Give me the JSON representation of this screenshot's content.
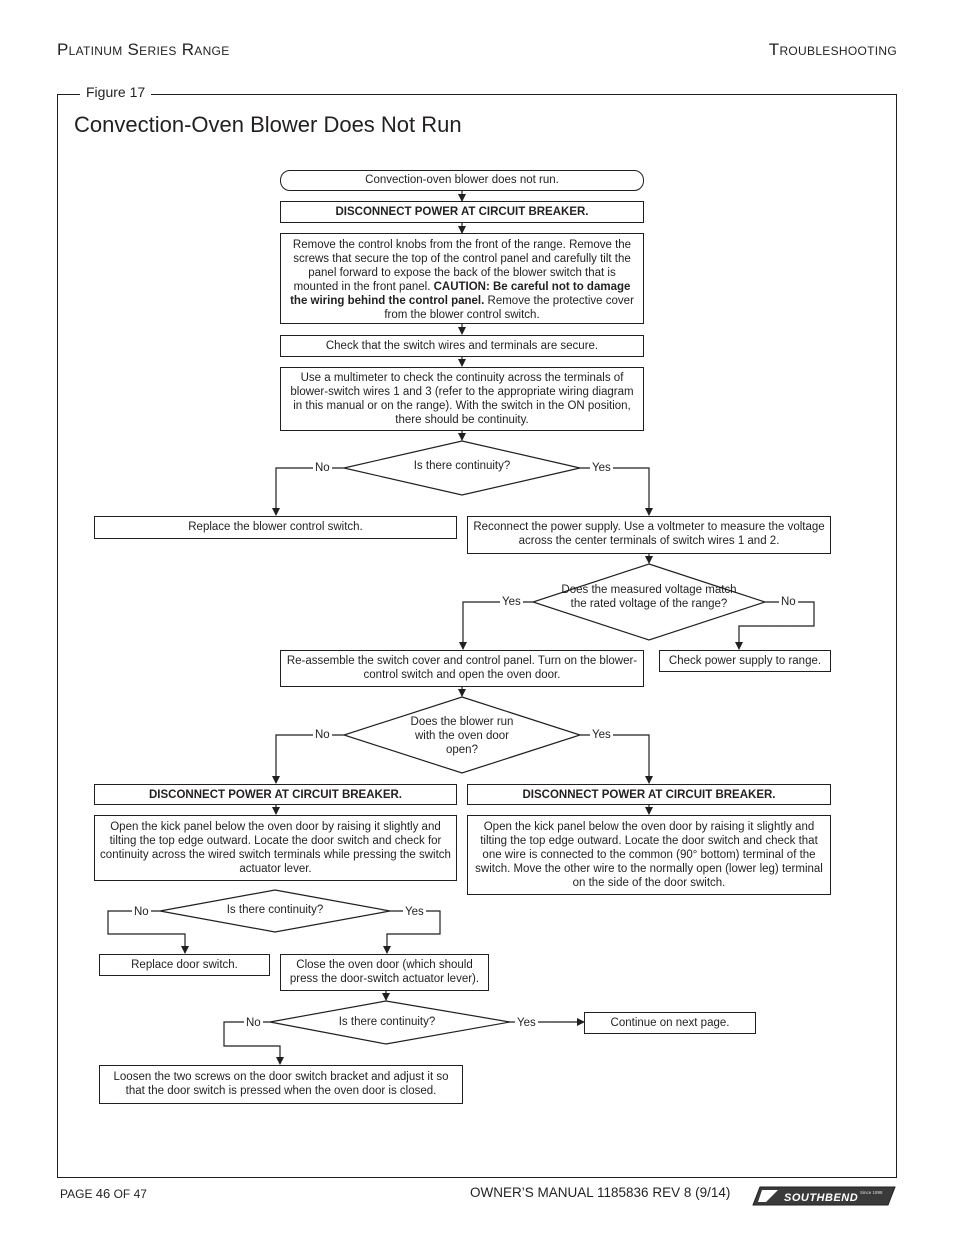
{
  "header": {
    "left_title": "Platinum Series Range",
    "right_title": "Troubleshooting"
  },
  "figure": {
    "label": "Figure 17",
    "title": "Convection-Oven Blower Does Not Run"
  },
  "flow": {
    "start": "Convection-oven blower does not run.",
    "disconnect_1": "DISCONNECT POWER AT CIRCUIT BREAKER.",
    "remove_knobs_a": "Remove the control knobs from the front of the range. Remove the screws that secure the top of the control panel and carefully tilt the panel forward to expose the back of the blower switch that is mounted in the front panel. ",
    "remove_knobs_caution": "CAUTION: Be careful not to damage the wiring behind the control panel.",
    "remove_knobs_b": " Remove the protective cover from the blower control switch.",
    "check_wires": "Check that the switch wires and terminals are secure.",
    "multimeter": "Use a multimeter to check the continuity across the terminals of blower-switch wires 1 and 3 (refer to the appropriate wiring diagram in this manual or on the range). With the switch in the ON position, there should be continuity.",
    "decision_continuity_1": "Is there continuity?",
    "d1_no": "No",
    "d1_yes": "Yes",
    "replace_blower_switch": "Replace the blower control switch.",
    "reconnect_power": "Reconnect the power supply. Use a voltmeter to measure the voltage across the center terminals of switch wires 1 and 2.",
    "decision_voltage": "Does the measured voltage match the rated voltage of the range?",
    "d2_yes": "Yes",
    "d2_no": "No",
    "check_power_supply": "Check power supply to range.",
    "reassemble": "Re-assemble the switch cover and control panel. Turn on the blower-control switch and open the oven door.",
    "decision_blower_runs": "Does the blower run with the oven door open?",
    "d3_no": "No",
    "d3_yes": "Yes",
    "disconnect_left": "DISCONNECT POWER AT CIRCUIT BREAKER.",
    "disconnect_right": "DISCONNECT POWER AT CIRCUIT BREAKER.",
    "kick_panel_left": "Open the kick panel below the oven door by raising it slightly and tilting the top edge outward. Locate the door switch and check for continuity across the wired switch terminals while pressing the switch actuator lever.",
    "kick_panel_right": "Open the kick panel below the oven door by raising it slightly and tilting the top edge outward. Locate the door switch and check that one wire is connected to the common (90° bottom) terminal of the switch. Move the other wire to the normally open (lower leg) terminal on the side of the door switch.",
    "decision_continuity_2": "Is there continuity?",
    "d4_no": "No",
    "d4_yes": "Yes",
    "replace_door_switch": "Replace door switch.",
    "close_oven_door": "Close the oven door (which should press the door-switch actuator lever).",
    "decision_continuity_3": "Is there continuity?",
    "d5_no": "No",
    "d5_yes": "Yes",
    "continue_next": "Continue on next page.",
    "loosen_screws": "Loosen the two screws on the door switch bracket and adjust it so that the door switch is pressed when the oven door is closed."
  },
  "footer": {
    "page_prefix": "PAGE ",
    "page_number": "46",
    "page_suffix": " OF 47",
    "manual": "OWNER’S MANUAL 1185836 REV 8 (9/14)",
    "logo_text": "SOUTHBEND",
    "logo_since": "Since 1898"
  }
}
